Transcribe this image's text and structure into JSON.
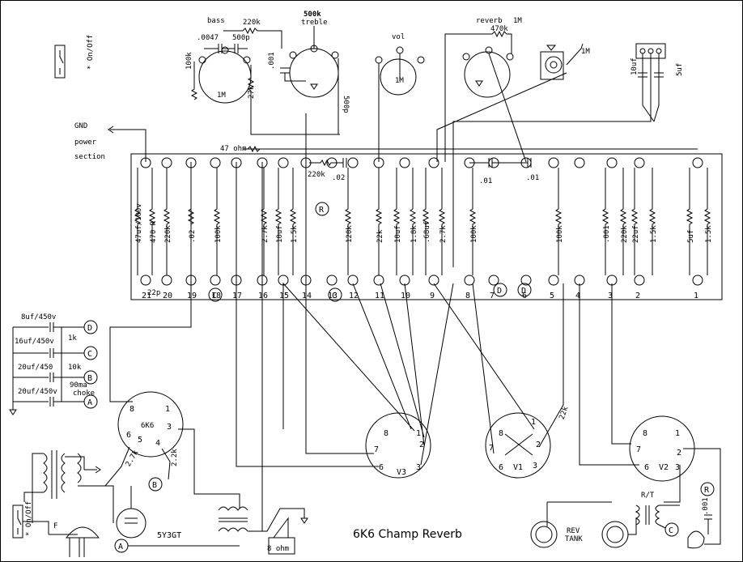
{
  "title": "6K6 Champ Reverb",
  "power_section_label": [
    "GND",
    "power",
    "section"
  ],
  "switch_label": "* On/Off",
  "controls": {
    "bass": "bass",
    "treble_value": "500k",
    "treble": "treble",
    "vol": "vol",
    "reverb": "reverb",
    "reverb_pot": "1M",
    "bass_pot": "1M",
    "vol_pot": "1M",
    "jack_pot": "1M"
  },
  "tone_stack": {
    "c_0047": ".0047",
    "c_500p": "500p",
    "r_220k": "220k",
    "r_100k": "100k",
    "r_27k": "27k",
    "c_001": ".001",
    "c_500p_b": "500p",
    "r_470k": "470k"
  },
  "output_caps": [
    "10uf",
    "5uf"
  ],
  "board": {
    "r_47ohm": "47 ohm",
    "r_220k_top": "220k",
    "c_02_top": ".02",
    "c_01_a": ".01",
    "c_01_b": ".01",
    "components": [
      "47uf/100v",
      "470 R",
      "220k",
      ".02",
      "100k",
      "2.7k",
      "10uf",
      "1.5k",
      "120k",
      "22k",
      "10uf",
      "1.8k",
      ".68uf",
      "2.7k",
      "100k",
      "100k",
      ".001",
      "220k",
      "22uf",
      "1.5k",
      "5uf",
      "1.5k"
    ],
    "c_22p": "22p",
    "terminal_numbers": [
      "21",
      "20",
      "19",
      "18",
      "17",
      "16",
      "15",
      "14",
      "13",
      "12",
      "11",
      "10",
      "9",
      "8",
      "7",
      "6",
      "5",
      "4",
      "3",
      "2",
      "1"
    ],
    "node_letters": [
      "C",
      "R",
      "C",
      "D",
      "D"
    ]
  },
  "power_supply": {
    "filters": [
      "8uf/450v",
      "16uf/450v",
      "20uf/450",
      "20uf/450v"
    ],
    "resistors": [
      "1k",
      "10k",
      "90ma",
      "choke"
    ],
    "nodes": [
      "D",
      "C",
      "B",
      "A"
    ]
  },
  "tubes": {
    "power": "6K6",
    "rectifier": "5Y3GT",
    "v1": "V1",
    "v2": "V2",
    "v3": "V3"
  },
  "tube_pins": {
    "p1": "1",
    "p2": "2",
    "p3": "3",
    "p4": "4",
    "p5": "5",
    "p6": "6",
    "p7": "7",
    "p8": "8"
  },
  "misc": {
    "r_27k_grid": "2.7k",
    "r_22k_screen": "2.2k",
    "r_22k_v1": "22k",
    "speaker": "8 ohm",
    "rev_tank": [
      "REV",
      "TANK"
    ],
    "rt": "R/T",
    "fuse": "F",
    "c_001_rt": ".001",
    "node_a": "A",
    "node_b": "B",
    "node_c": "C",
    "node_r": "R"
  }
}
